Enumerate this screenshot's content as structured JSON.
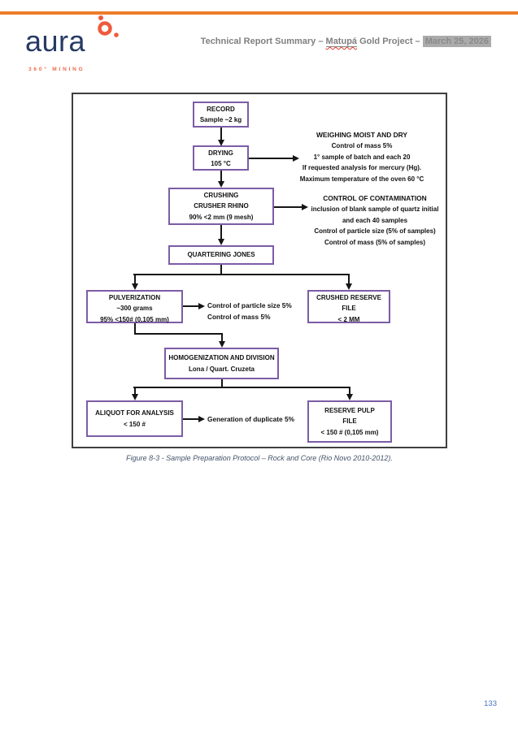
{
  "header": {
    "logo": {
      "wordmark": "aura",
      "tagline": "360° MINING"
    },
    "title": {
      "prefix": "Technical Report Summary – ",
      "project": "Matupá",
      "middle": " Gold Project – ",
      "date": "March 25, 2026"
    }
  },
  "flowchart": {
    "nodes": {
      "record": {
        "lines": [
          "RECORD",
          "Sample ~2 kg"
        ]
      },
      "drying": {
        "lines": [
          "DRYING",
          "105 °C"
        ]
      },
      "crushing": {
        "lines": [
          "CRUSHING",
          "CRUSHER RHINO",
          "90% <2 mm (9 mesh)"
        ]
      },
      "quartering": {
        "lines": [
          "QUARTERING JONES"
        ]
      },
      "pulverization": {
        "lines": [
          "PULVERIZATION",
          "~300 grams",
          "95% <150# (0,105 mm)"
        ]
      },
      "crushed_reserve": {
        "lines": [
          "CRUSHED RESERVE",
          "FILE",
          "< 2 MM"
        ]
      },
      "homogenization": {
        "lines": [
          "HOMOGENIZATION AND DIVISION",
          "Lona / Quart. Cruzeta"
        ]
      },
      "aliquot": {
        "lines": [
          "ALIQUOT FOR ANALYSIS",
          "< 150 #"
        ]
      },
      "reserve_pulp": {
        "lines": [
          "RESERVE PULP",
          "FILE",
          "< 150 # (0,105 mm)"
        ]
      }
    },
    "notes": {
      "weighing": {
        "heading": "WEIGHING MOIST AND DRY",
        "lines": [
          "Control of mass 5%",
          "1° sample of batch and each 20",
          "If requested analysis for mercury (Hg).",
          "Maximum temperature of the oven 60 °C"
        ]
      },
      "contamination": {
        "heading": "CONTROL OF CONTAMINATION",
        "lines": [
          "inclusion of blank sample of quartz initial",
          "and each 40 samples",
          "Control of particle size  (5% of samples)",
          "Control of mass (5% of samples)"
        ]
      },
      "pulverization_control": {
        "lines": [
          "Control of particle size 5%",
          "Control of mass 5%"
        ]
      },
      "duplicate": {
        "lines": [
          "Generation of duplicate 5%"
        ]
      }
    }
  },
  "figure": {
    "caption": "Figure 8-3 - Sample Preparation Protocol – Rock and Core (Rio Novo 2010-2012).",
    "page_number": "133"
  },
  "colors": {
    "accent_orange_bar": "#ED7D2B",
    "logo_icon_orange": "#EE5B3C",
    "brand_navy": "#263A64",
    "title_gray": "#7F7F7F",
    "highlight_gray": "#ABABAB",
    "box_purple": "#7C5CA6",
    "caption_blue": "#44546A",
    "page_number_blue": "#4472C4"
  }
}
